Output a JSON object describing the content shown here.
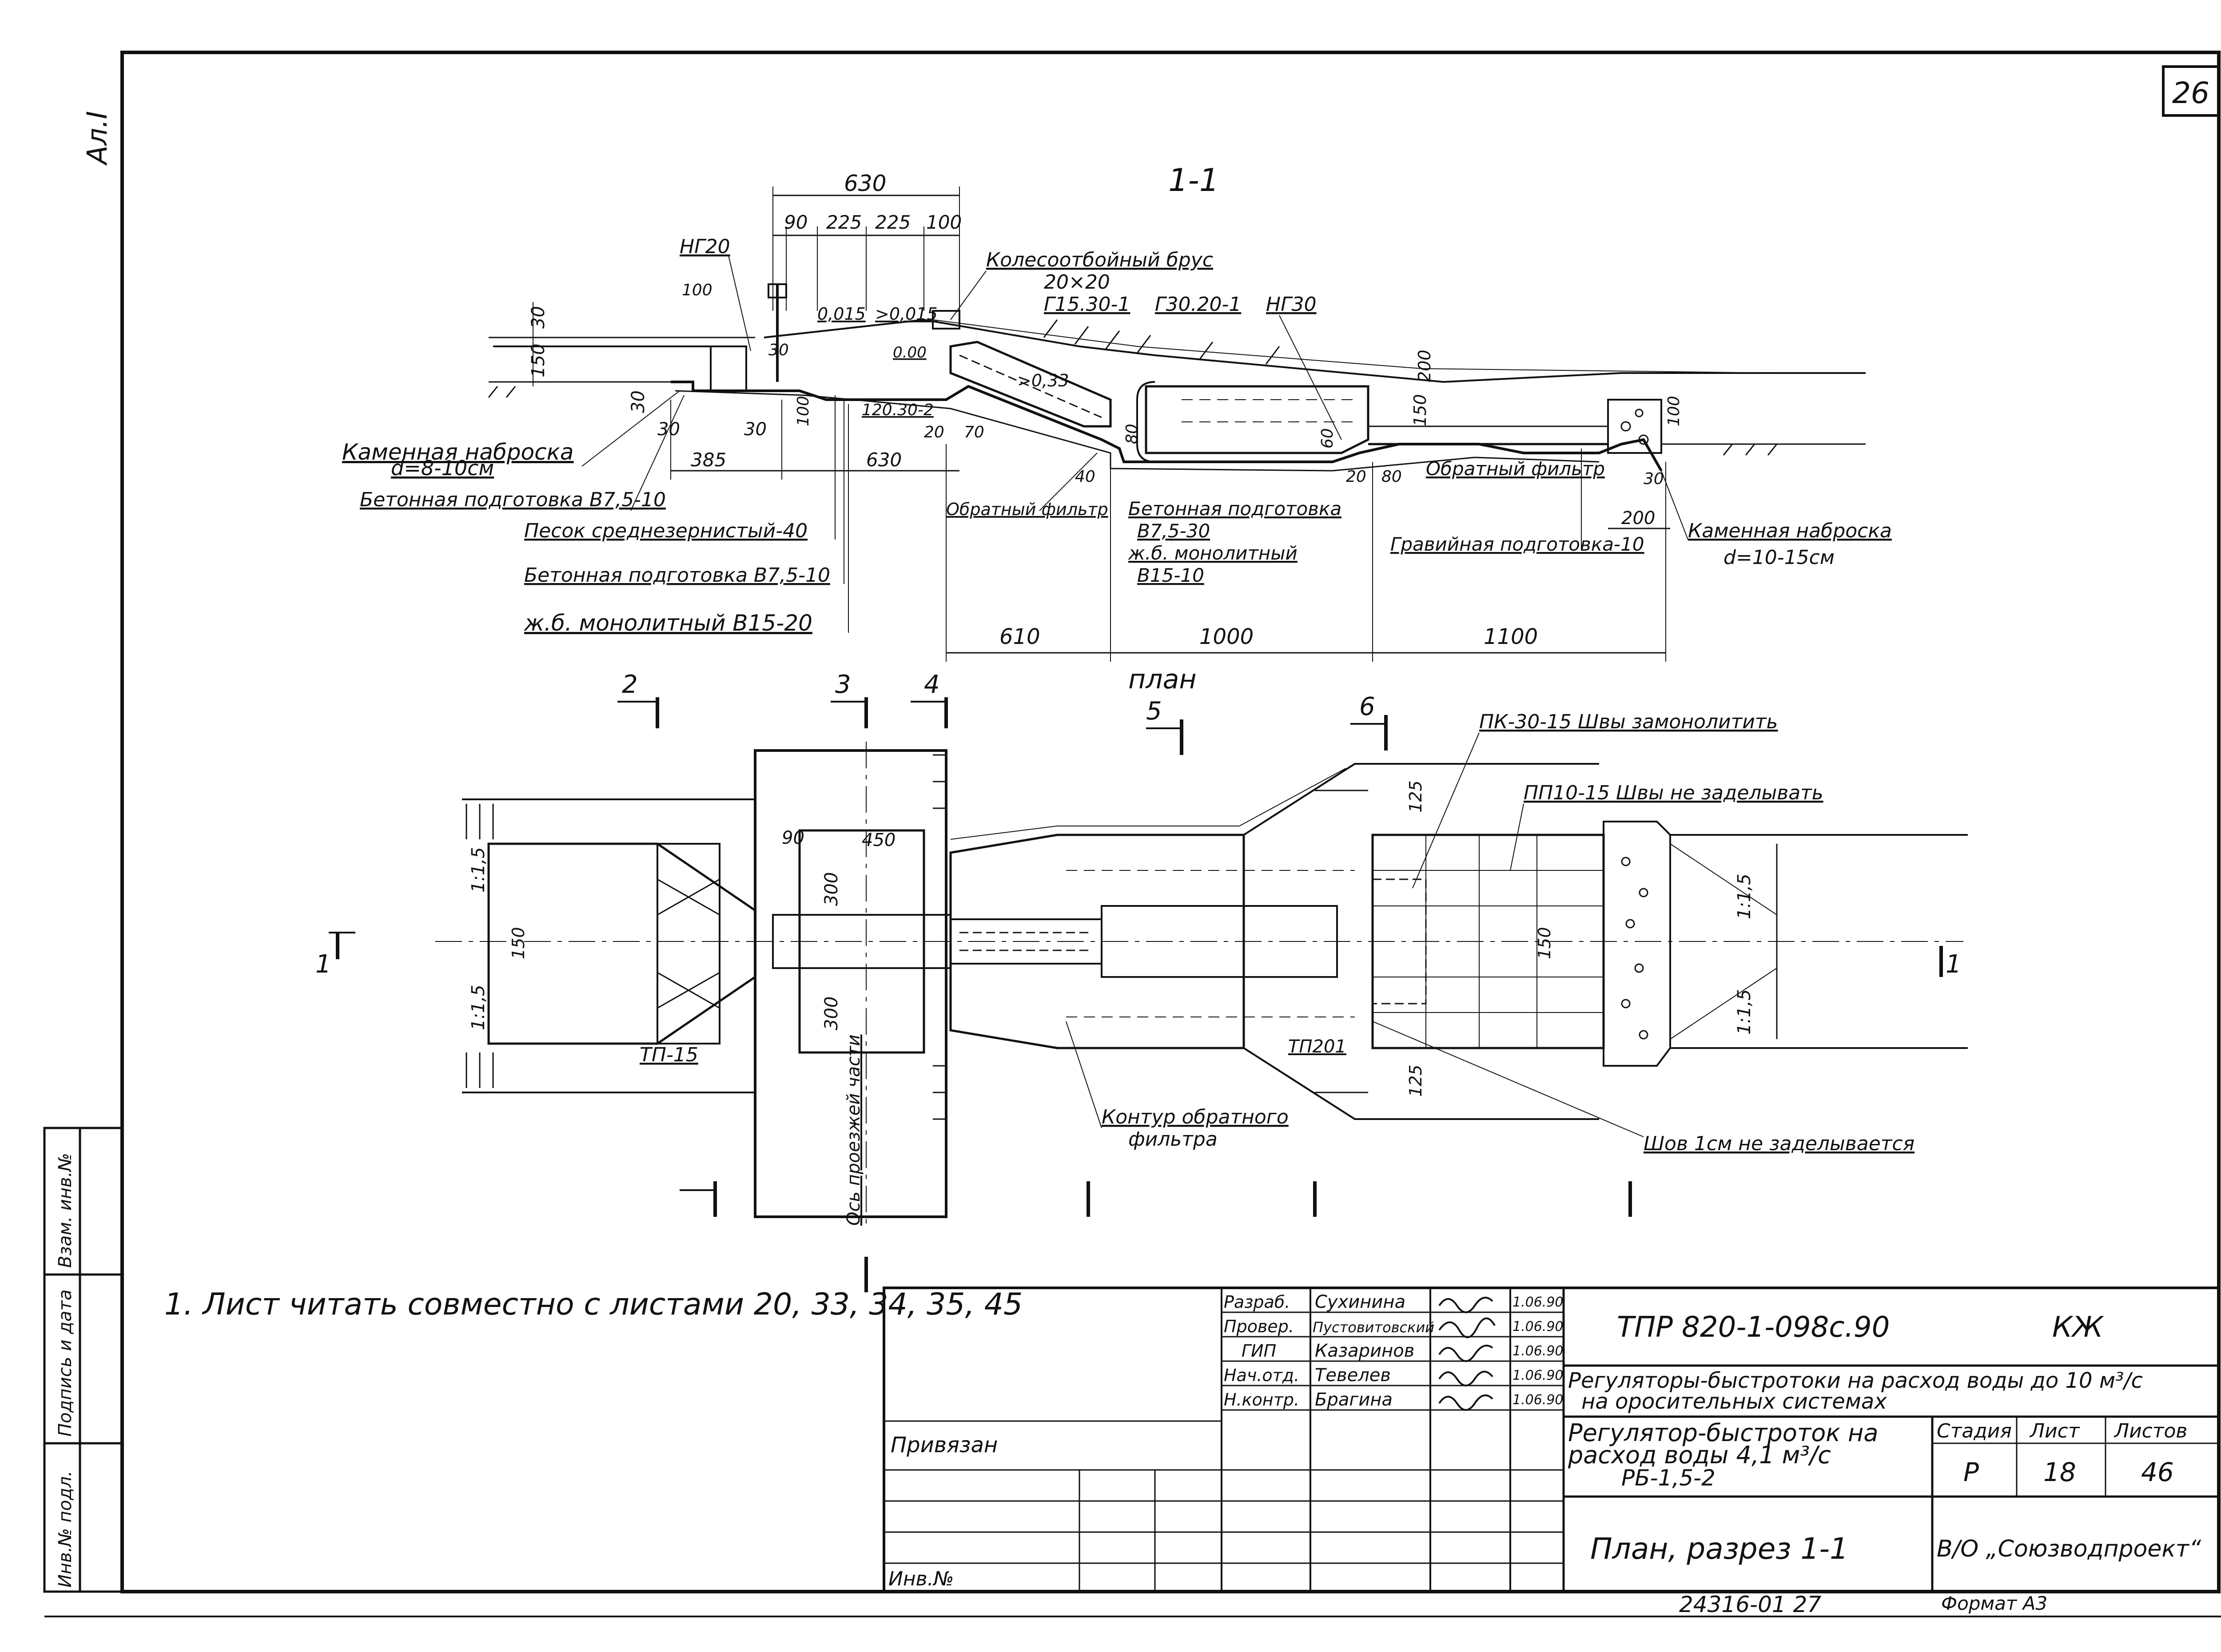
{
  "sheet": {
    "corner_number": "26",
    "margin_mark": "Ал.I",
    "section_title": "1-1",
    "plan_title": "план",
    "note": "1. Лист читать совместно с листами 20, 33, 34, 35, 45",
    "bottom_code": "24316-01   27",
    "format": "Формат А3"
  },
  "section": {
    "dims_top": [
      "630",
      "90",
      "225",
      "225",
      "100"
    ],
    "labels": {
      "ng20": "НГ20",
      "kolesootboy": "Колесоотбойный брус",
      "kolesootboy_size": "20×20",
      "g15": "Г15.30-1",
      "g30": "Г30.20-1",
      "ng30": "НГ30",
      "slope1": "0,015",
      "slope2": ">0,015",
      "slope3": ">0,33",
      "lvl": "0.00",
      "i20": "120.30-2",
      "kam_nabroska_left": "Каменная наброска",
      "kam_d_left": "d=8-10см",
      "bet_podg_1": "Бетонная подготовка В7,5-10",
      "pesok": "Песок среднезернистый-40",
      "bet_podg_2": "Бетонная подготовка В7,5-10",
      "zhb_1": "ж.б. монолитный В15-20",
      "obr_filtr_1": "Обратный фильтр",
      "bet_podg_3": "Бетонная подготовка",
      "bet_podg_3b": "В7,5-30",
      "zhb_2": "ж.б. монолитный",
      "zhb_2b": "В15-10",
      "obr_filtr_2": "Обратный фильтр",
      "grav_podg": "Гравийная подготовка-10",
      "kam_nabroska_right": "Каменная наброска",
      "kam_d_right": "d=10-15см"
    },
    "dims": [
      "30",
      "150",
      "100",
      "30",
      "30",
      "30",
      "30",
      "100",
      "385",
      "630",
      "20",
      "70",
      "40",
      "80",
      "60",
      "20",
      "80",
      "150",
      "200",
      "200",
      "30",
      "100"
    ],
    "dims_bottom": [
      "610",
      "1000",
      "1100"
    ]
  },
  "plan": {
    "cut_marks": [
      "2",
      "3",
      "4",
      "5",
      "6",
      "1",
      "1"
    ],
    "labels": {
      "pk": "ПК-30-15 Швы замонолитить",
      "pp": "ПП10-15 Швы не заделывать",
      "tp15": "ТП-15",
      "tp201": "ТП201",
      "kontur": "Контур обратного",
      "kontur2": "фильтра",
      "shov": "Шов 1см не заделывается",
      "os": "Ось проезжей части",
      "slope_l1": "1:1,5",
      "slope_l2": "1:1,5",
      "slope_r1": "1:1,5",
      "slope_r2": "1:1,5"
    },
    "dims": [
      "90",
      "450",
      "300",
      "300",
      "150",
      "150",
      "125",
      "125"
    ]
  },
  "sidebar": {
    "inv_podl": "Инв.№ подл.",
    "podpis": "Подпись и дата",
    "vzam": "Взам. инв.№"
  },
  "title_block": {
    "roles": [
      "Разраб.",
      "Провер.",
      "ГИП",
      "Нач.отд.",
      "Н.контр."
    ],
    "names": [
      "Сухинина",
      "Пустовитовский",
      "Казаринов",
      "Тевелев",
      "Брагина"
    ],
    "dates": [
      "1.06.90",
      "1.06.90",
      "1.06.90",
      "1.06.90",
      "1.06.90"
    ],
    "privyazan": "Привязан",
    "inv_no": "Инв.№",
    "code": "ТПР 820-1-098с.90",
    "mark": "КЖ",
    "title1": "Регуляторы-быстротоки на расход воды до 10 м³/с",
    "title1b": "на оросительных системах",
    "title2": "Регулятор-быстроток на",
    "title2b": "расход воды 4,1 м³/с",
    "title2c": "РБ-1,5-2",
    "stage_h": "Стадия",
    "sheet_h": "Лист",
    "sheets_h": "Листов",
    "stage": "Р",
    "sheet_no": "18",
    "sheets_total": "46",
    "title3": "План, разрез 1-1",
    "org": "В/О „Союзводпроект“"
  }
}
